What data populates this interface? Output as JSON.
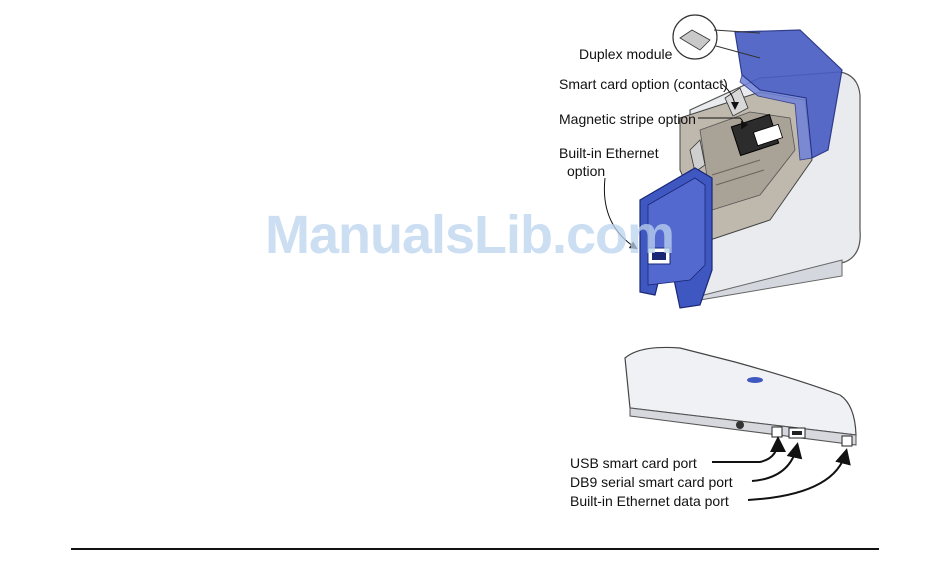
{
  "top_figure": {
    "callouts": {
      "duplex_module": "Duplex module",
      "smart_card_contact": "Smart card option (contact)",
      "magnetic_stripe": "Magnetic stripe option",
      "ethernet_line1": "Built-in Ethernet",
      "ethernet_line2": "option"
    }
  },
  "bottom_figure": {
    "callouts": {
      "usb_port": "USB smart card port",
      "db9_port": "DB9 serial smart card port",
      "ethernet_port": "Built-in Ethernet data port"
    }
  },
  "watermark": "ManualsLib.com",
  "colors": {
    "accent_blue": "#3d56b8",
    "printer_body": "#e8eaee",
    "interior_gray": "#b8b2a8"
  }
}
